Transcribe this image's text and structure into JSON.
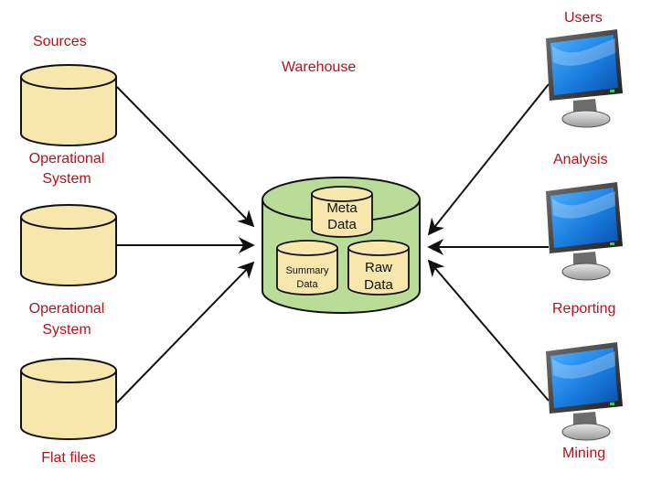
{
  "colors": {
    "label": "#b5121b",
    "cylinder_fill": "#f7e7ad",
    "warehouse_fill": "#b9dc98",
    "arrow": "#111111",
    "screen_blue": "#1a7ee0"
  },
  "sources": {
    "title": "Sources",
    "items": [
      {
        "label_line1": "Operational",
        "label_line2": "System",
        "icon": "database-icon"
      },
      {
        "label_line1": "Operational",
        "label_line2": "System",
        "icon": "database-icon"
      },
      {
        "label_line1": "Flat files",
        "label_line2": "",
        "icon": "database-icon"
      }
    ]
  },
  "warehouse": {
    "title": "Warehouse",
    "meta": {
      "line1": "Meta",
      "line2": "Data"
    },
    "summary": {
      "line1": "Summary",
      "line2": "Data"
    },
    "raw": {
      "line1": "Raw",
      "line2": "Data"
    }
  },
  "users": {
    "items": [
      {
        "label": "Users",
        "icon": "monitor-icon"
      },
      {
        "label": "Analysis",
        "icon": "monitor-icon"
      },
      {
        "label": "Reporting",
        "icon": ""
      },
      {
        "label": "Mining",
        "icon": "monitor-icon"
      }
    ]
  }
}
